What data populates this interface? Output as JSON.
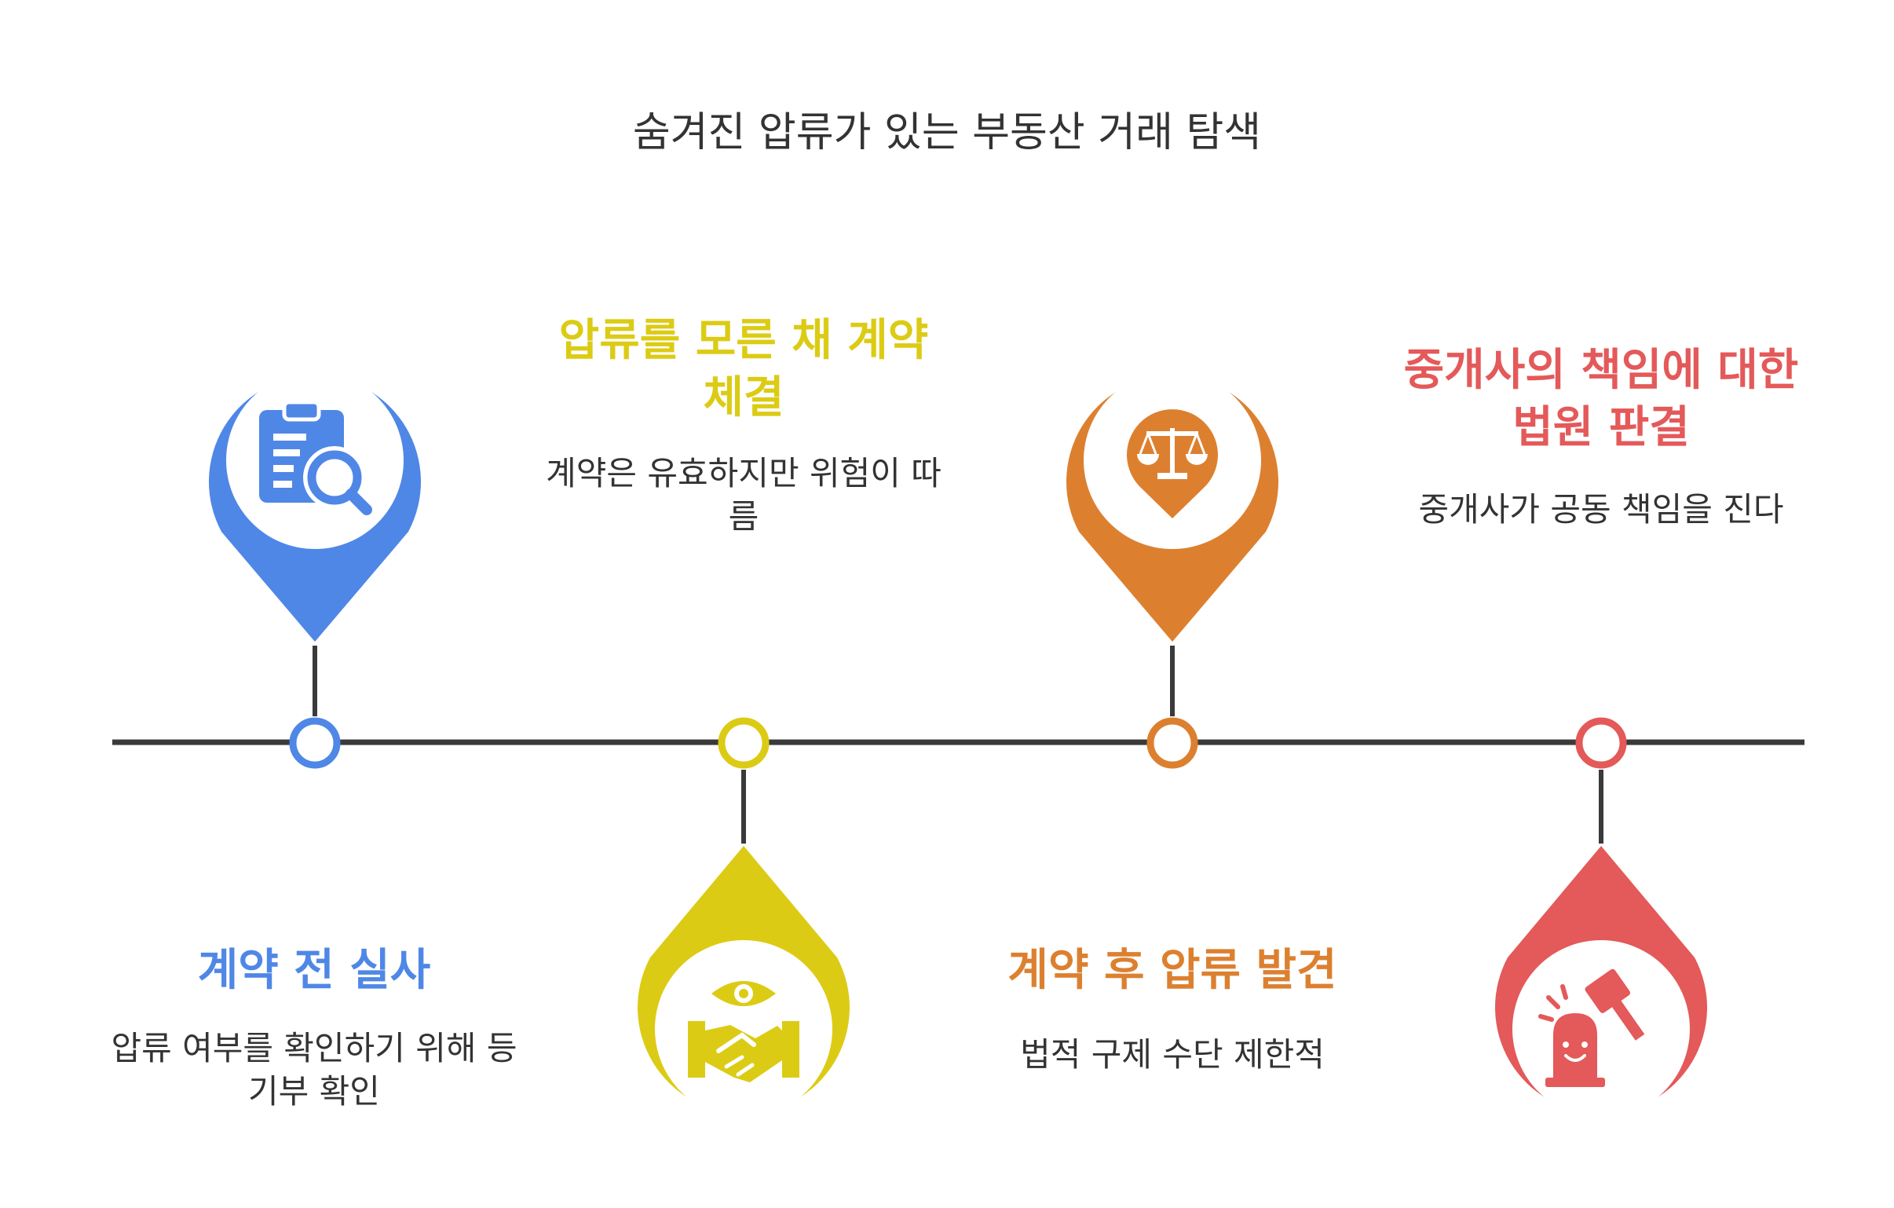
{
  "title": "숨겨진 압류가 있는 부동산 거래 탐색",
  "colors": {
    "line": "#3a3a3a",
    "blue": "#4f87e6",
    "yellow": "#dccb14",
    "orange": "#dc8030",
    "red": "#e45959"
  },
  "steps": [
    {
      "heading": "계약 전 실사",
      "description": "압류 여부를 확인하기 위해 등기부 확인",
      "color": "#4f87e6",
      "icon": "document-search-icon"
    },
    {
      "heading": "압류를 모른 채 계약 체결",
      "description": "계약은 유효하지만 위험이 따름",
      "color": "#dccb14",
      "icon": "handshake-eye-icon"
    },
    {
      "heading": "계약 후 압류 발견",
      "description": "법적 구제 수단 제한적",
      "color": "#dc8030",
      "icon": "scales-icon"
    },
    {
      "heading": "중개사의 책임에 대한 법원 판결",
      "description": "중개사가 공동 책임을 진다",
      "color": "#e45959",
      "icon": "gavel-icon"
    }
  ]
}
